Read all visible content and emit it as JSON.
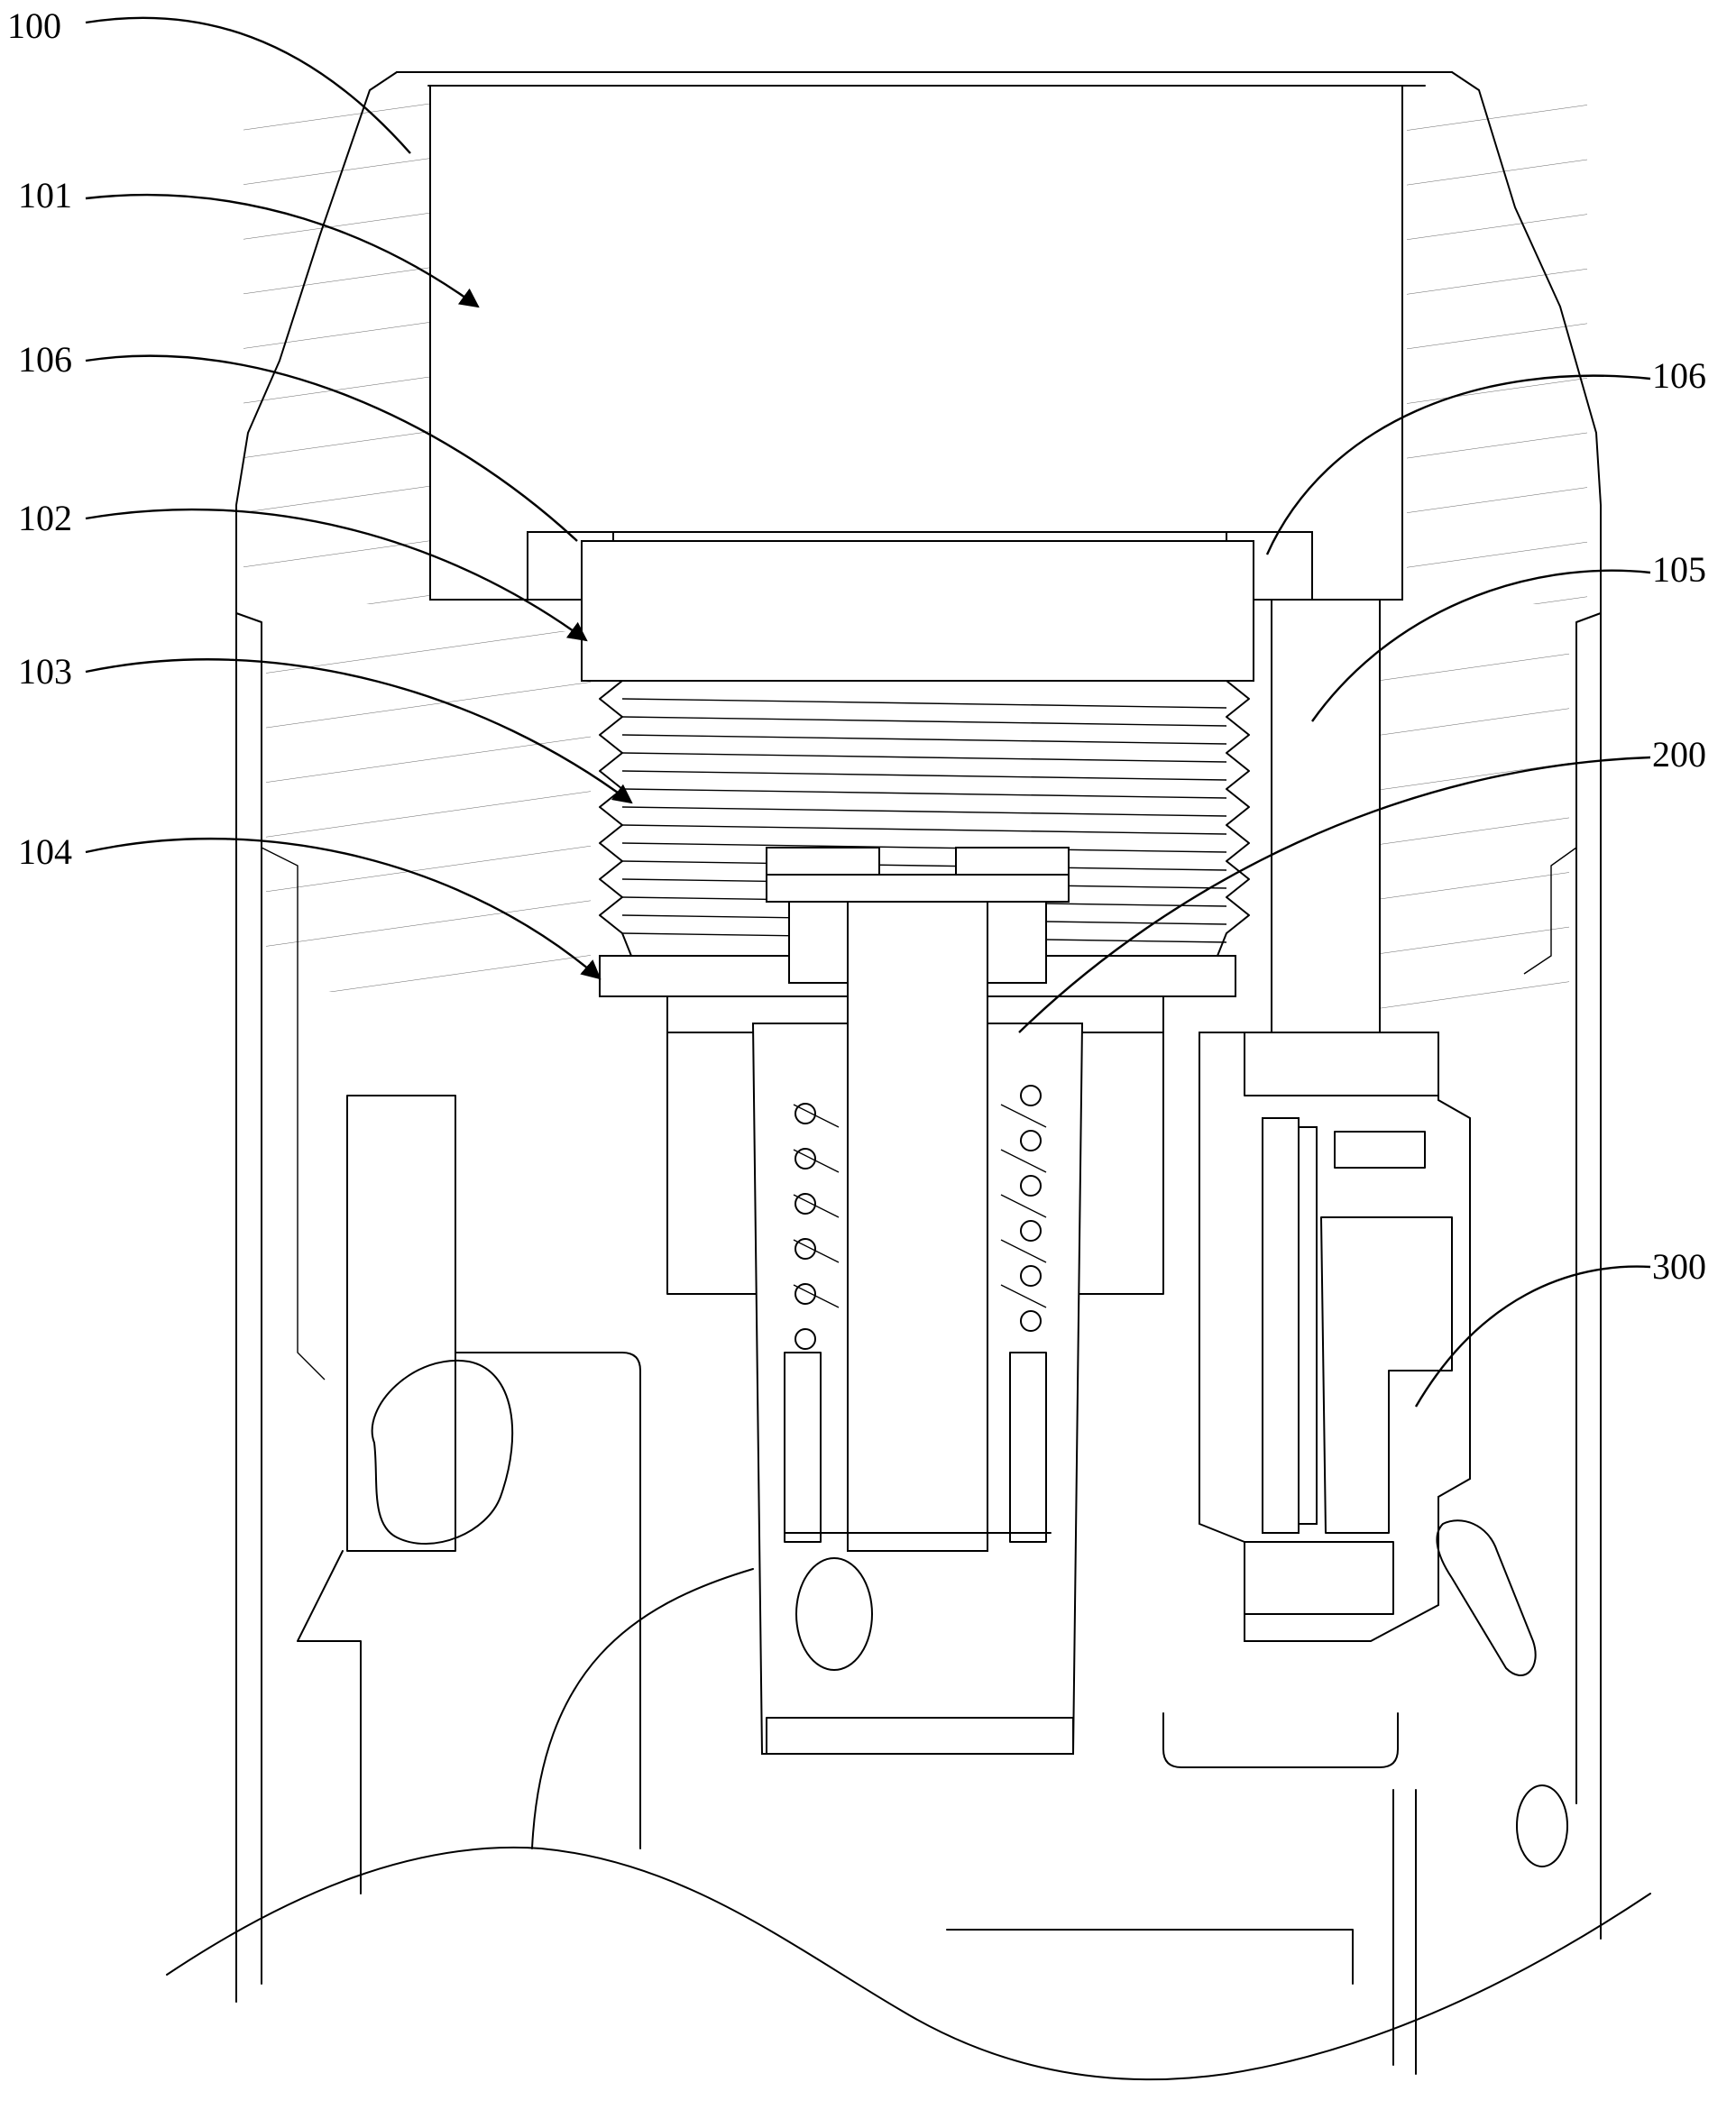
{
  "labels": {
    "l100": "100",
    "l101": "101",
    "l106_left": "106",
    "l102": "102",
    "l103": "103",
    "l104": "104",
    "l106_right": "106",
    "l105": "105",
    "l200": "200",
    "l300": "300"
  },
  "colors": {
    "line": "#000000",
    "background": "#ffffff"
  }
}
